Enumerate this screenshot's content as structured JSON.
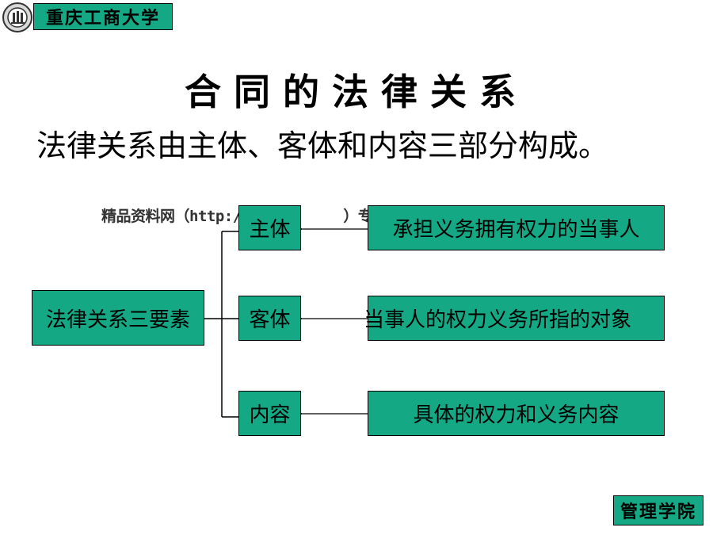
{
  "header": {
    "school_name": "重庆工商大学",
    "logo_icon": "university-seal-icon"
  },
  "slide": {
    "title": "合同的法律关系",
    "subtitle": "法律关系由主体、客体和内容三部分构成。"
  },
  "watermark": "精品资料网（http://www.　　　　）专业提供",
  "diagram": {
    "root": "法律关系三要素",
    "elements": [
      {
        "label": "主体",
        "description": "承担义务拥有权力的当事人"
      },
      {
        "label": "客体",
        "description": "当事人的权力义务所指的对象"
      },
      {
        "label": "内容",
        "description": "具体的权力和义务内容"
      }
    ]
  },
  "footer": {
    "department": "管理学院"
  },
  "colors": {
    "box_fill": "#14a884",
    "border": "#000000"
  }
}
